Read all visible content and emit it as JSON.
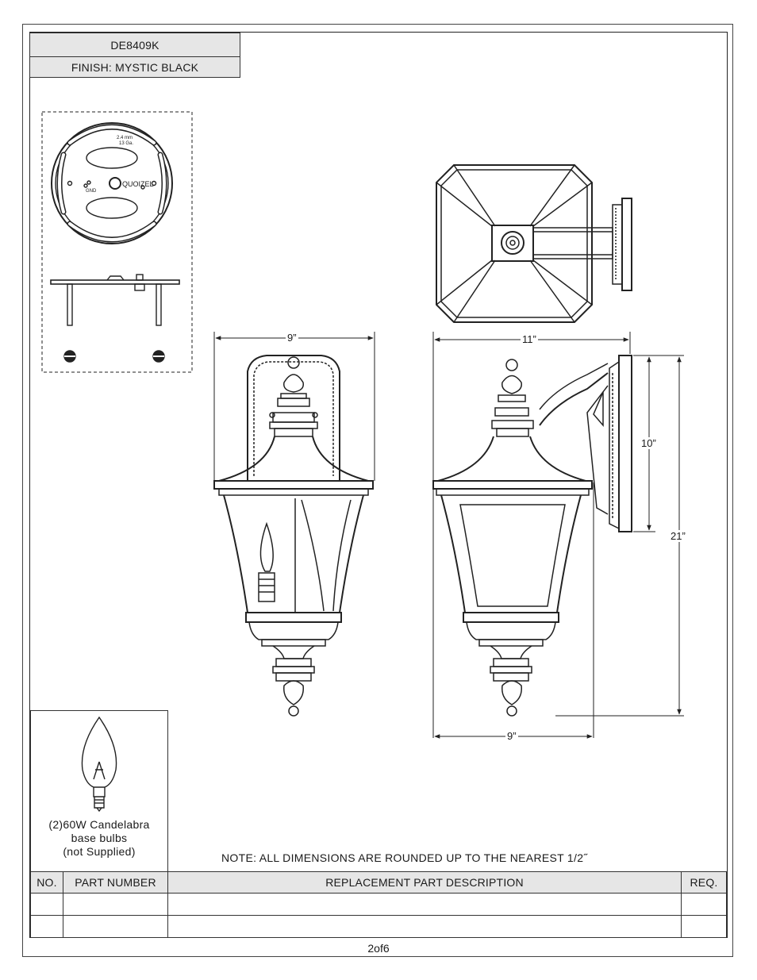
{
  "header": {
    "model": "DE8409K",
    "finish": "FINISH: MYSTIC BLACK"
  },
  "mounting_plate": {
    "brand": "QUOIZEL",
    "spec_line1": "2.4  mm",
    "spec_line2": "13 Ga.",
    "ground": "GND"
  },
  "dimensions": {
    "front_width": "9”",
    "side_depth": "11”",
    "backplate_height": "10”",
    "overall_height": "21”",
    "bottom_width": "9”"
  },
  "bulb": {
    "line1": "(2)60W Candelabra",
    "line2": "base bulbs",
    "line3": "(not Supplied)"
  },
  "note": "NOTE:  ALL DIMENSIONS ARE ROUNDED UP TO THE NEAREST  1/2˝",
  "parts_table": {
    "headers": {
      "no": "NO.",
      "part_number": "PART NUMBER",
      "description": "REPLACEMENT PART DESCRIPTION",
      "req": "REQ."
    },
    "rows": [
      {
        "no": "",
        "part_number": "",
        "description": "",
        "req": ""
      },
      {
        "no": "",
        "part_number": "",
        "description": "",
        "req": ""
      }
    ]
  },
  "page_number": "2of6"
}
